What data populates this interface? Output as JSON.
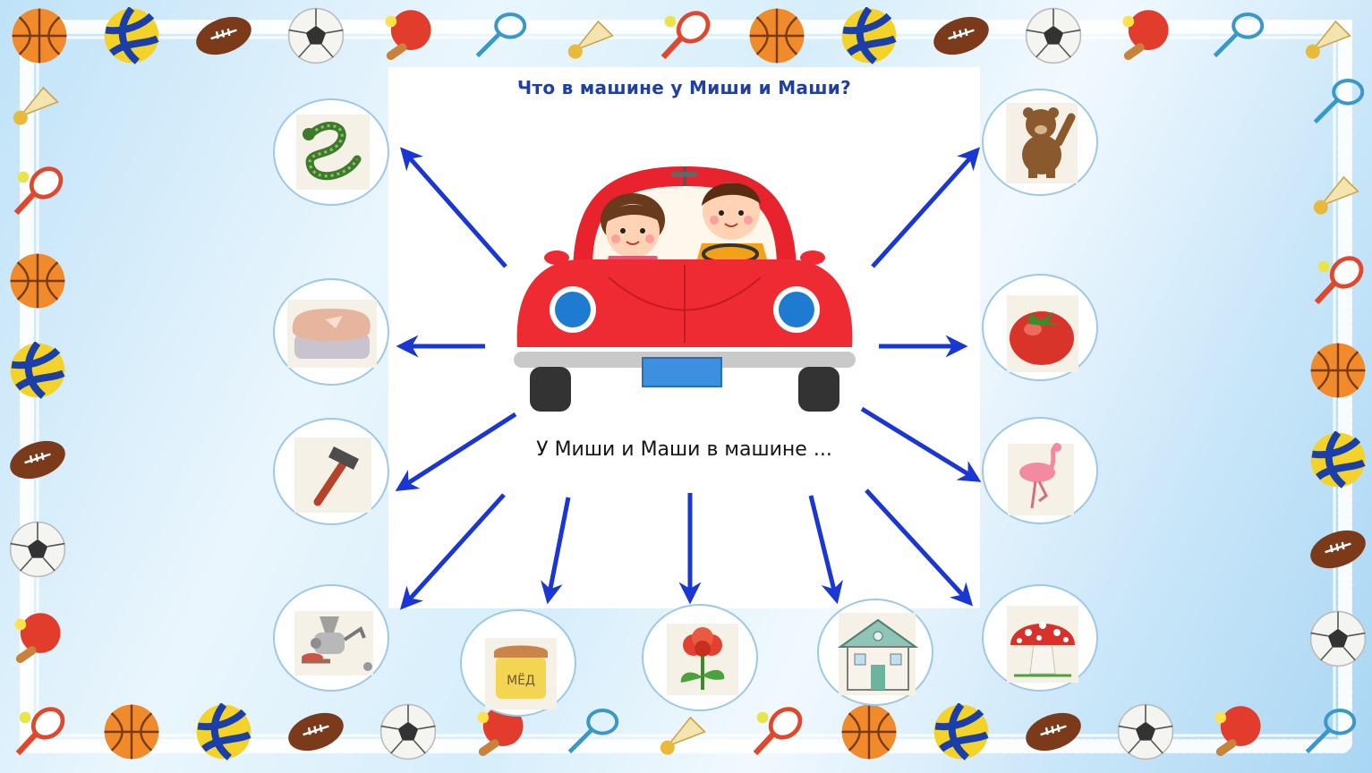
{
  "slide": {
    "title": "Что в машине у Миши и Маши?",
    "subtitle": "У Миши и Маши в машине ...",
    "center_image": "red-car-with-boy-and-girl",
    "arrow_color": "#1a36d4",
    "title_color": "#1f3fa6",
    "items": [
      {
        "name": "snake"
      },
      {
        "name": "bear"
      },
      {
        "name": "cutlet-patty"
      },
      {
        "name": "tomato"
      },
      {
        "name": "hammer"
      },
      {
        "name": "flamingo"
      },
      {
        "name": "meat-grinder"
      },
      {
        "name": "honey-jar",
        "label": "МЁД"
      },
      {
        "name": "poppy-flower"
      },
      {
        "name": "house"
      },
      {
        "name": "fly-agaric-mushroom"
      }
    ]
  },
  "frame": {
    "decorations": [
      "basketball",
      "volleyball",
      "american-football",
      "soccer-ball",
      "ping-pong-paddle",
      "badminton-racket",
      "shuttlecock",
      "tennis-racket"
    ]
  }
}
